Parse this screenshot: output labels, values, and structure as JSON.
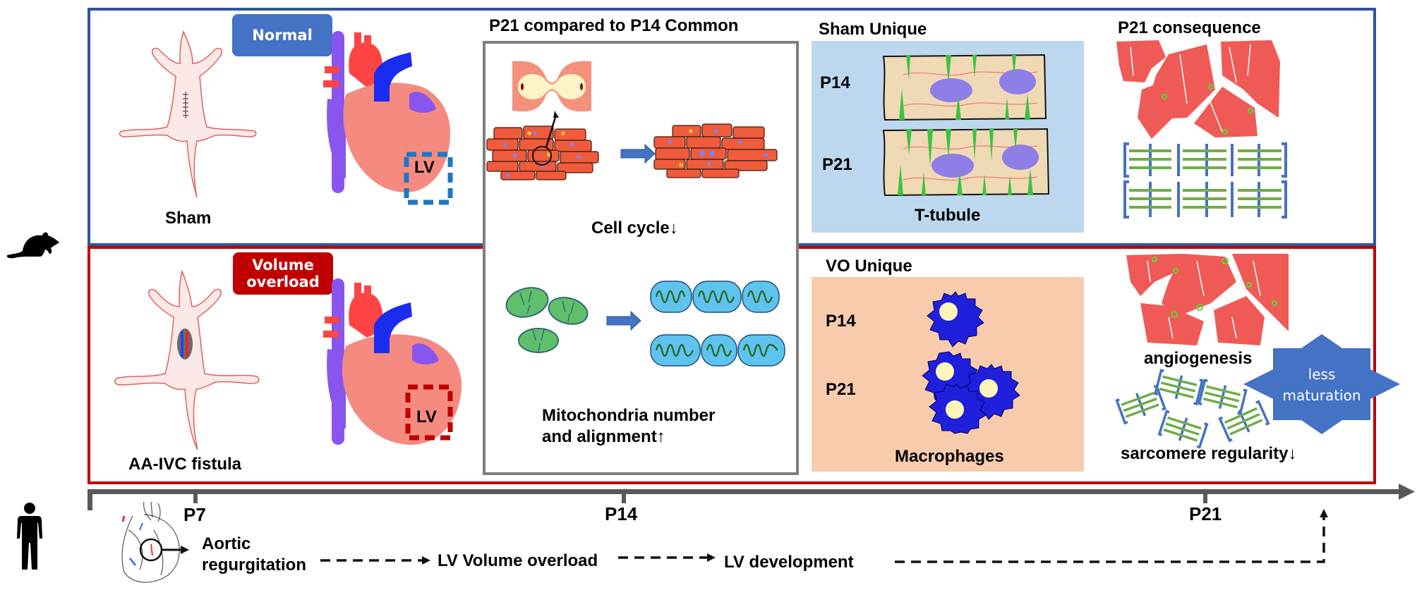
{
  "figure": {
    "species_icons": {
      "rodent": "mouse-silhouette-icon",
      "human": "human-silhouette-icon"
    },
    "sham_row": {
      "border_color": "#2f5597",
      "tag_label": "Normal",
      "tag_color": "#4472c4",
      "model_label": "Sham",
      "heart_box_label": "LV",
      "heart_box_color": "#1f77c4"
    },
    "vo_row": {
      "border_color": "#c00000",
      "tag_line1": "Volume",
      "tag_line2": "overload",
      "tag_color": "#c00000",
      "model_label": "AA-IVC fistula",
      "heart_box_label": "LV",
      "heart_box_color": "#c00000"
    },
    "common": {
      "title": "P21 compared to P14  Common",
      "cell_cycle_label": "Cell cycle↓",
      "mito_label_line1": "Mitochondria number",
      "mito_label_line2": "and alignment↑"
    },
    "sham_unique": {
      "title": "Sham Unique",
      "panel_color": "#bdd7ee",
      "row_labels": [
        "P14",
        "P21"
      ],
      "caption": "T-tubule"
    },
    "vo_unique": {
      "title": "VO Unique",
      "panel_color": "#f8cbad",
      "row_labels": [
        "P14",
        "P21"
      ],
      "caption": "Macrophages"
    },
    "p21_consequence": {
      "title": "P21 consequence",
      "angiogenesis_label": "angiogenesis",
      "sarcomere_label": "sarcomere regularity↓",
      "badge_line1": "less",
      "badge_line2": "maturation",
      "badge_color": "#4472c4"
    },
    "timeline": {
      "ticks": [
        "P7",
        "P14",
        "P21"
      ],
      "axis_color": "#595959"
    },
    "human_flow": {
      "step1_line1": "Aortic",
      "step1_line2": "regurgitation",
      "step2": "LV Volume overload",
      "step3": "LV development"
    }
  }
}
